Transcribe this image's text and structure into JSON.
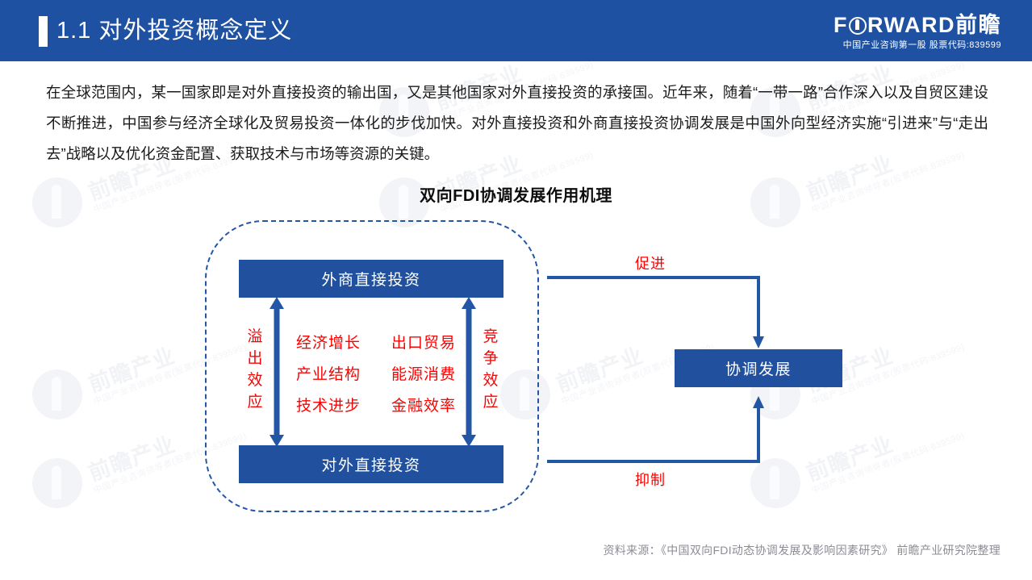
{
  "header": {
    "title": "1.1  对外投资概念定义",
    "logo": {
      "brand_pre": "F",
      "brand_post": "RWARD前瞻",
      "tagline": "中国产业咨询第一股  股票代码:839599"
    },
    "band_color": "#1f51a3"
  },
  "main": {
    "paragraph": "在全球范围内，某一国家即是对外直接投资的输出国，又是其他国家对外直接投资的承接国。近年来，随着“一带一路”合作深入以及自贸区建设不断推进，中国参与经济全球化及贸易投资一体化的步伐加快。对外直接投资和外商直接投资协调发展是中国外向型经济实施“引进来”与“走出去”战略以及优化资金配置、获取技术与市场等资源的关键。",
    "diagram_title": "双向FDI协调发展作用机理",
    "footnote": "资料来源：《中国双向FDI动态协调发展及影响因素研究》  前瞻产业研究院整理"
  },
  "diagram": {
    "box_fdi_inward": "外商直接投资",
    "box_fdi_outward": "对外直接投资",
    "box_coordination": "协调发展",
    "effect_left": [
      "溢",
      "出",
      "效",
      "应"
    ],
    "effect_right": [
      "竞",
      "争",
      "效",
      "应"
    ],
    "channels_col1": [
      "经济增长",
      "产业结构",
      "技术进步"
    ],
    "channels_col2": [
      "出口贸易",
      "能源消费",
      "金融效率"
    ],
    "flow_promote": "促进",
    "flow_inhibit": "抑制",
    "colors": {
      "box_blue": "#20509e",
      "line_blue": "#2456a6",
      "red": "#ff0000"
    }
  },
  "watermark": {
    "title": "前瞻产业",
    "sub": "中国产业咨询领导者(股票代码:839599)"
  }
}
